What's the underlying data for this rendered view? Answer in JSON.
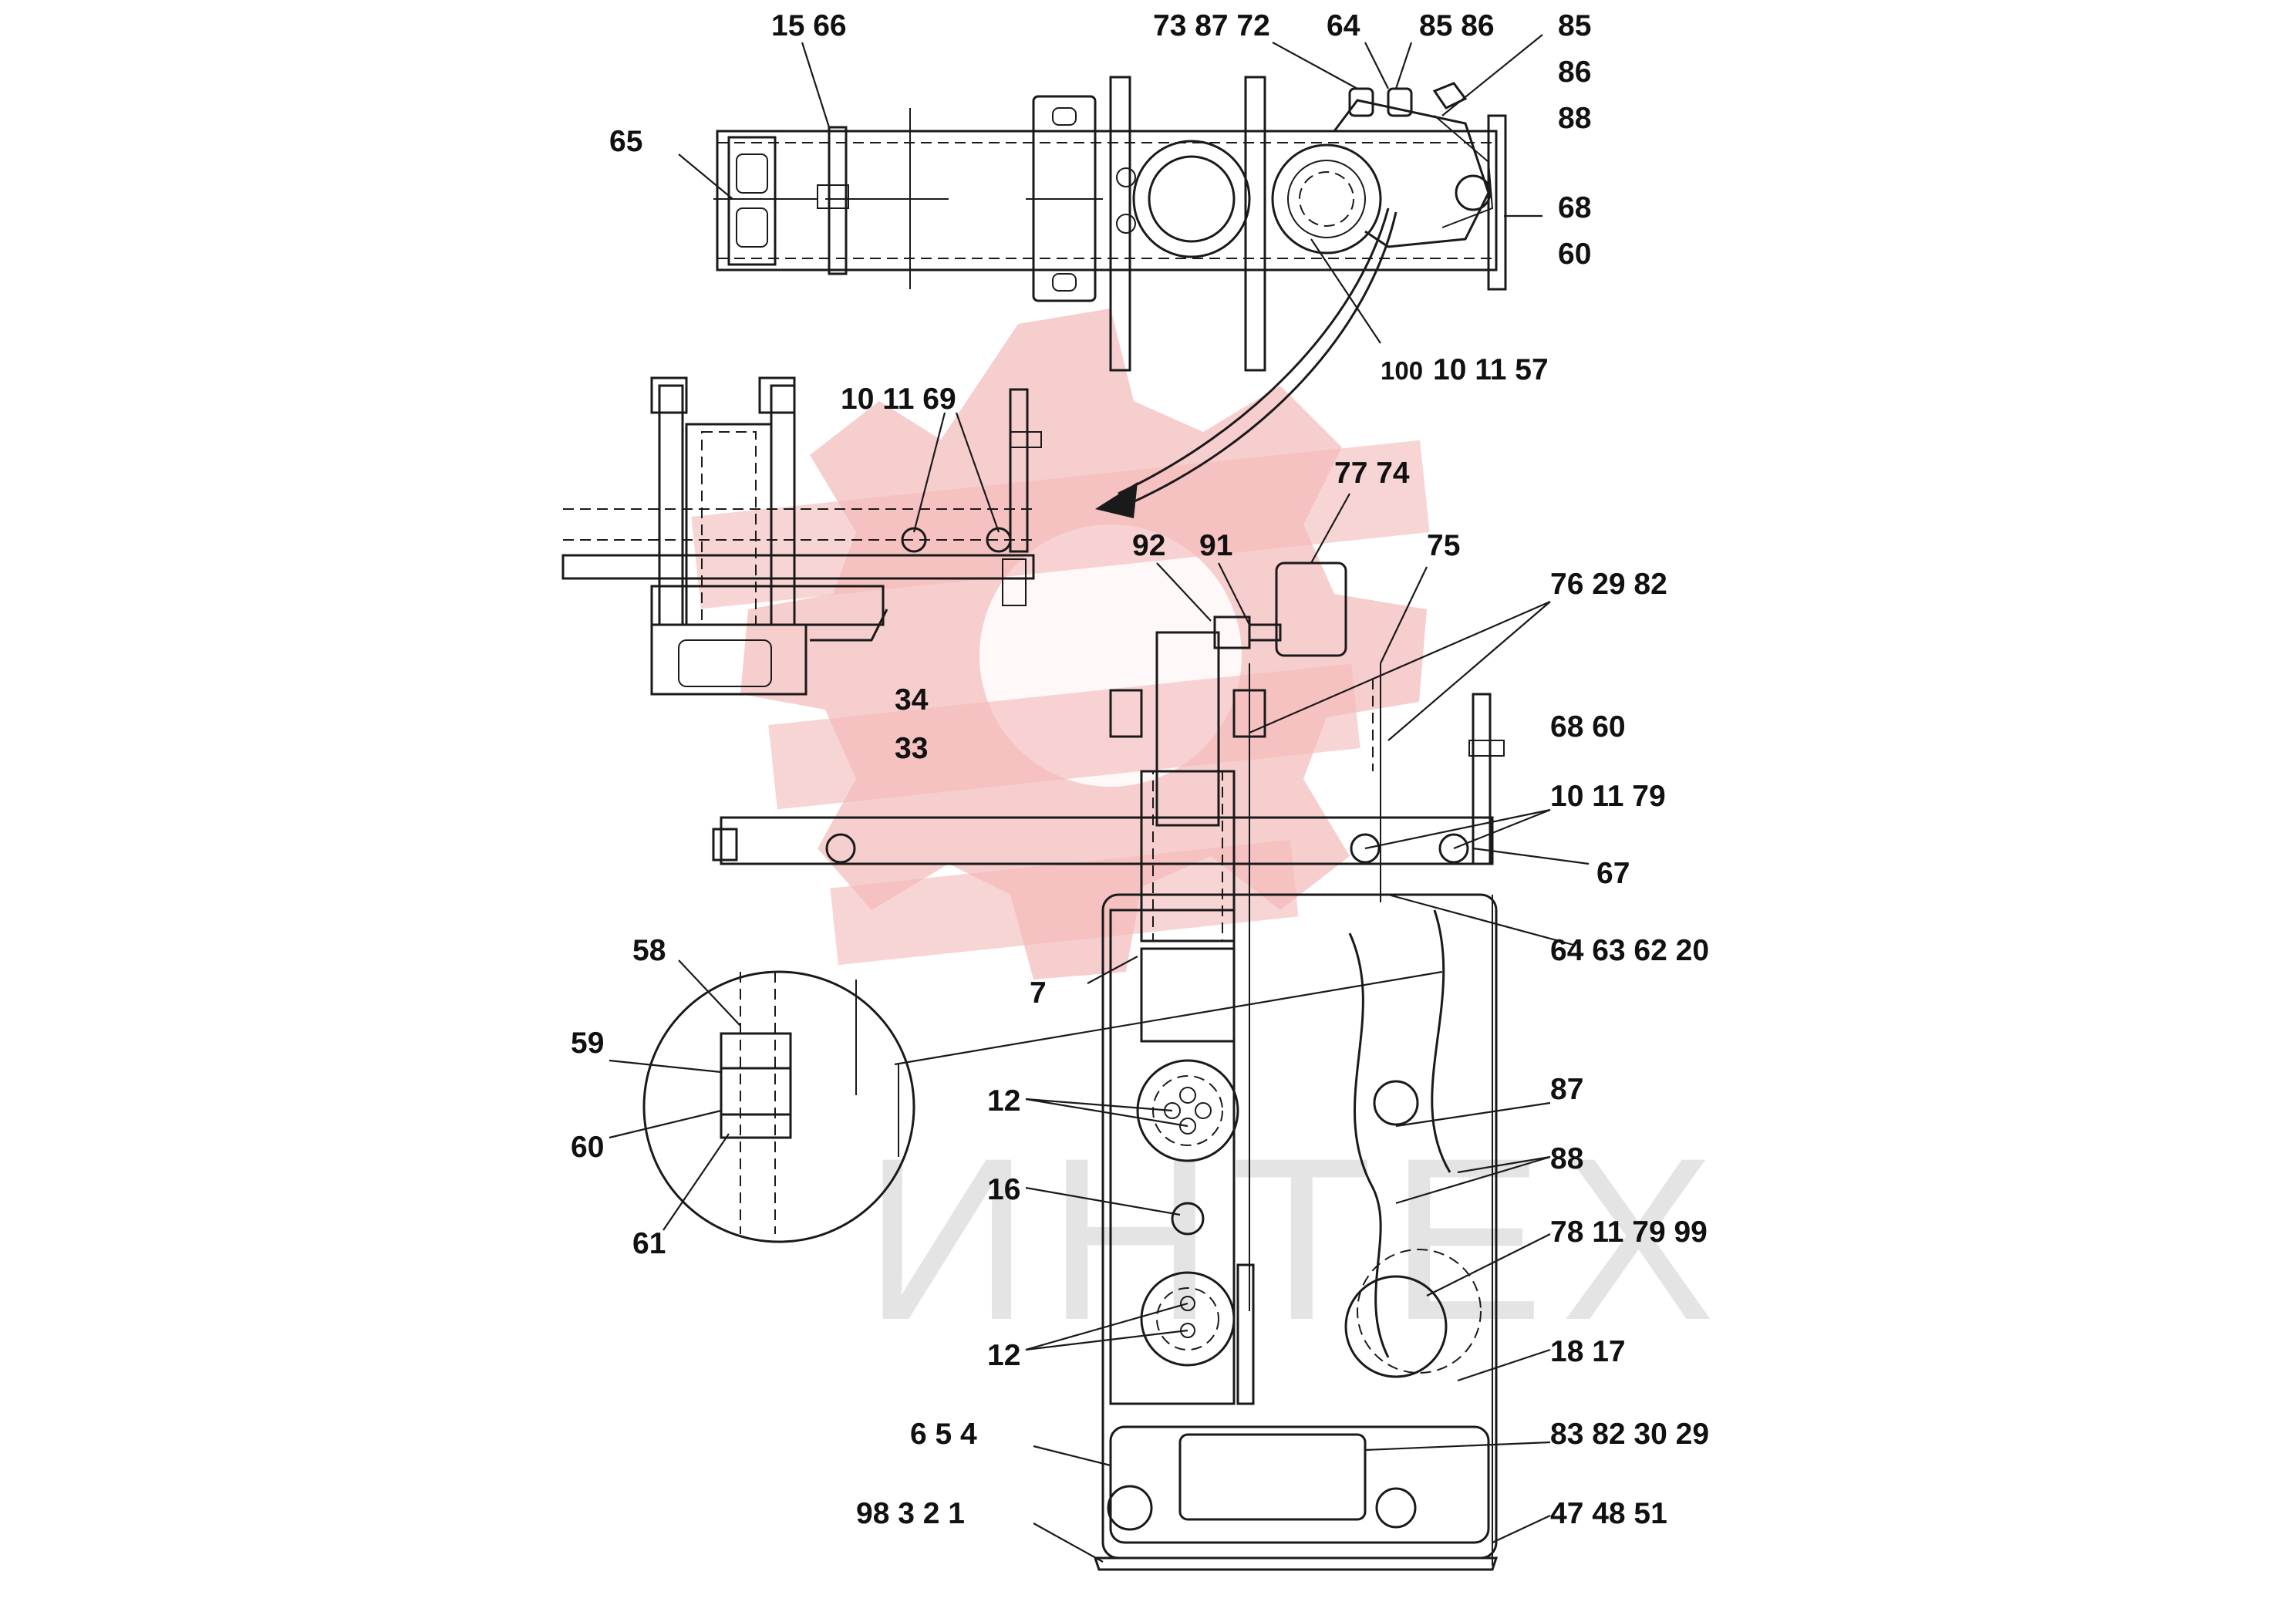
{
  "watermark": {
    "text": "ИНТЕХ",
    "logo_color": "#f4b9b9"
  },
  "labels": [
    {
      "id": "l01",
      "text": "15 66"
    },
    {
      "id": "l02",
      "text": "73 87 72"
    },
    {
      "id": "l03",
      "text": "64"
    },
    {
      "id": "l04",
      "text": "85 86"
    },
    {
      "id": "l05",
      "text": "85"
    },
    {
      "id": "l06",
      "text": "86"
    },
    {
      "id": "l07",
      "text": "88"
    },
    {
      "id": "l08",
      "text": "65"
    },
    {
      "id": "l09",
      "text": "68"
    },
    {
      "id": "l10",
      "text": "60"
    },
    {
      "id": "l11",
      "text": "100"
    },
    {
      "id": "l12",
      "text": "10 11 57"
    },
    {
      "id": "l13",
      "text": "10 11  69"
    },
    {
      "id": "l14",
      "text": "77 74"
    },
    {
      "id": "l15",
      "text": "92"
    },
    {
      "id": "l16",
      "text": "91"
    },
    {
      "id": "l17",
      "text": "75"
    },
    {
      "id": "l18",
      "text": "76 29 82"
    },
    {
      "id": "l19",
      "text": "34"
    },
    {
      "id": "l20",
      "text": "33"
    },
    {
      "id": "l21",
      "text": "68 60"
    },
    {
      "id": "l22",
      "text": "10 11 79"
    },
    {
      "id": "l23",
      "text": "67"
    },
    {
      "id": "l24",
      "text": "64 63 62 20"
    },
    {
      "id": "l25",
      "text": "58"
    },
    {
      "id": "l26",
      "text": "7"
    },
    {
      "id": "l27",
      "text": "59"
    },
    {
      "id": "l28",
      "text": "12"
    },
    {
      "id": "l29",
      "text": "87"
    },
    {
      "id": "l30",
      "text": "60"
    },
    {
      "id": "l31",
      "text": "88"
    },
    {
      "id": "l32",
      "text": "16"
    },
    {
      "id": "l33",
      "text": "61"
    },
    {
      "id": "l34",
      "text": "78 11 79 99"
    },
    {
      "id": "l35",
      "text": "12"
    },
    {
      "id": "l36",
      "text": "18 17"
    },
    {
      "id": "l37",
      "text": "6   5   4"
    },
    {
      "id": "l38",
      "text": "83 82 30 29"
    },
    {
      "id": "l39",
      "text": "98   3   2   1"
    },
    {
      "id": "l40",
      "text": "47 48 51"
    }
  ]
}
